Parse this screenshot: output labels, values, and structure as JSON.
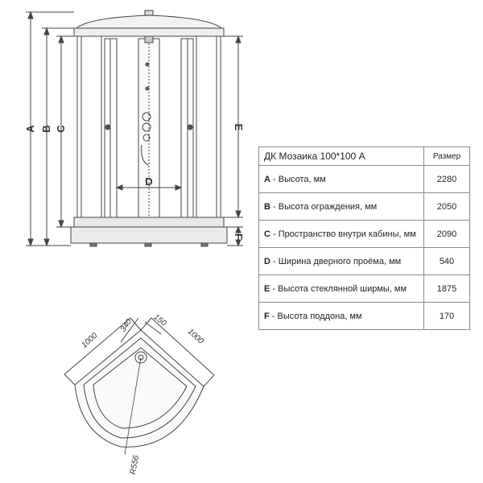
{
  "dimension_letters": {
    "a": "A",
    "b": "B",
    "c": "C",
    "d": "D",
    "e": "E",
    "f": "F"
  },
  "plan_labels": {
    "width_left": "1000",
    "width_right": "1000",
    "offset_left": "340",
    "offset_right": "150",
    "radius": "R556"
  },
  "table": {
    "title": "ДК Мозаика 100*100 A",
    "value_header": "Размер",
    "rows": [
      {
        "letter": "A",
        "label": " - Высота, мм",
        "value": "2280"
      },
      {
        "letter": "B",
        "label": " - Высота ограждения, мм",
        "value": "2050"
      },
      {
        "letter": "C",
        "label": " - Пространство внутри кабины, мм",
        "value": "2090"
      },
      {
        "letter": "D",
        "label": " - Ширина дверного проёма, мм",
        "value": "540"
      },
      {
        "letter": "E",
        "label": " - Высота стеклянной ширмы, мм",
        "value": "1875"
      },
      {
        "letter": "F",
        "label": " - Высота поддона, мм",
        "value": "170"
      }
    ]
  }
}
